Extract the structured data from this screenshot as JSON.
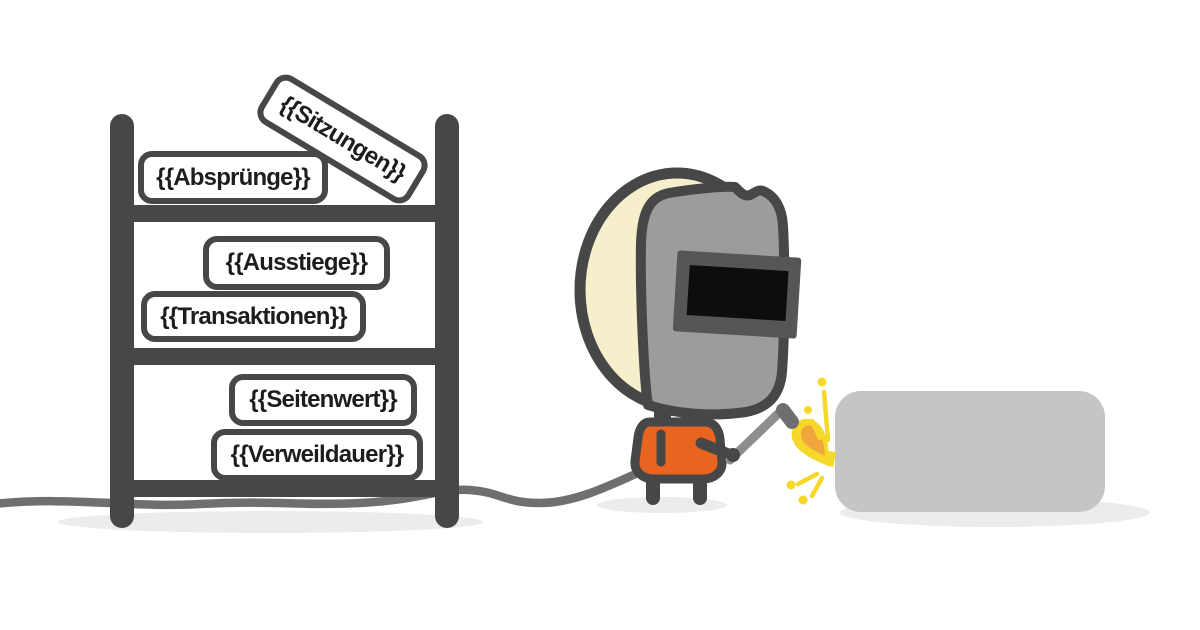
{
  "shelf": {
    "tags": [
      {
        "name": "sitzungen",
        "label": "{{Sitzungen}}"
      },
      {
        "name": "abspruenge",
        "label": "{{Absprünge}}"
      },
      {
        "name": "ausstiege",
        "label": "{{Ausstiege}}"
      },
      {
        "name": "transaktionen",
        "label": "{{Transaktionen}}"
      },
      {
        "name": "seitenwert",
        "label": "{{Seitenwert}}"
      },
      {
        "name": "verweildauer",
        "label": "{{Verweildauer}}"
      }
    ]
  },
  "colors": {
    "background": "#ffffff",
    "outline": "#474747",
    "tag_bg": "#ffffff",
    "tag_text": "#1d1d1b",
    "head_cream": "#f6efcb",
    "mask_gray": "#9c9c9b",
    "visor_frame": "#565658",
    "visor_glass": "#0d0d0d",
    "suit_orange": "#e8641f",
    "spark_yellow": "#f5d829",
    "flame_orange": "#f1a63d",
    "torch_gray": "#8e8e8e",
    "nozzle_gray": "#6f6f71",
    "block_gray": "#c5c5c3",
    "shadow_gray": "#ececec",
    "cable_gray": "#6f6f6f"
  }
}
